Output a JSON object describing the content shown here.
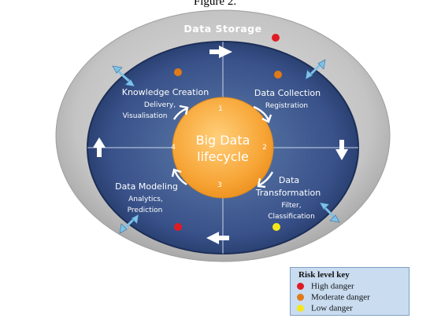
{
  "figure": {
    "caption": "Figure 2."
  },
  "outer_ring": {
    "label": "Data Storage",
    "risk_color": "#e01b24"
  },
  "center": {
    "line1": "Big Data",
    "line2": "lifecycle"
  },
  "stage_numbers": [
    "1",
    "2",
    "3",
    "4"
  ],
  "stages": [
    {
      "title": "Knowledge Creation",
      "sub1": "Delivery,",
      "sub2": "Visualisation",
      "risk_color": "#e07a18"
    },
    {
      "title": "Data Collection",
      "sub1": "Registration",
      "risk_color": "#e07a18"
    },
    {
      "title_line1": "Data",
      "title_line2": "Transformation",
      "sub1": "Filter,",
      "sub2": "Classification",
      "risk_color": "#f5e61a"
    },
    {
      "title": "Data Modeling",
      "sub1": "Analytics,",
      "sub2": "Prediction",
      "risk_color": "#e01b24"
    }
  ],
  "legend": {
    "title": "Risk level key",
    "items": [
      {
        "label": "High danger",
        "color": "#e01b24"
      },
      {
        "label": "Moderate danger",
        "color": "#e07a18"
      },
      {
        "label": "Low danger",
        "color": "#f5e61a"
      }
    ]
  }
}
